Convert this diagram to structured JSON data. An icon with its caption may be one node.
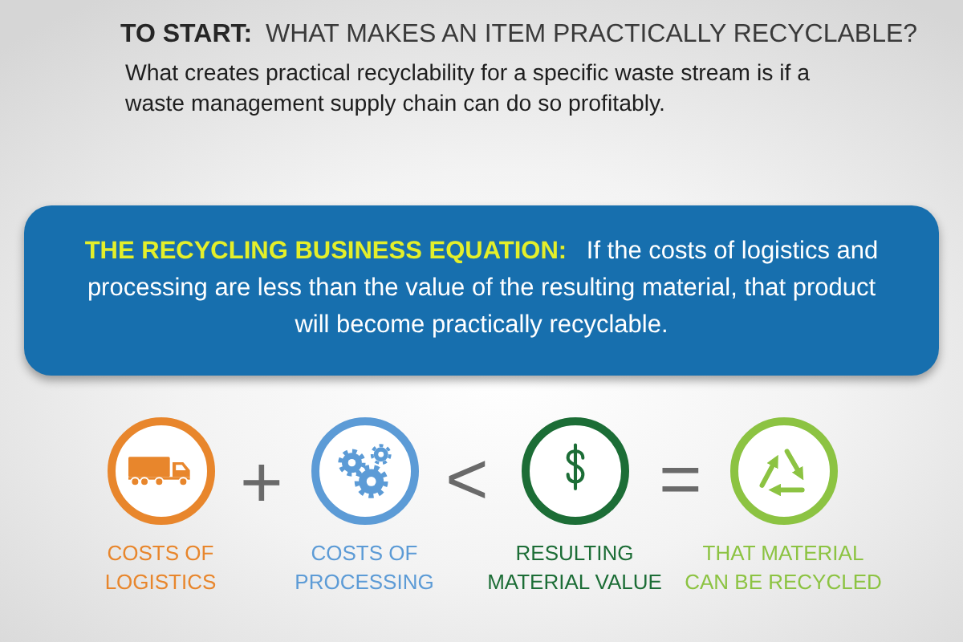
{
  "diagram": {
    "title": "**TO START:** WHAT MAKES AN ITEM PRACTICALLY RECYCLABLE?",
    "nodes": [
      {
        "text": [
          "**THE RECYCLING BUSINESS EQUATION:** If the costs of logistics and processing are less than the value of the resulting material, that product will become practically recyclable."
        ]
      },
      {
        "text": [],
        "shape": "circle",
        "beside": [
          "COSTS OF LOGISTICS"
        ]
      },
      {
        "text": [],
        "shape": "circle",
        "beside": [
          "COSTS OF PROCESSING"
        ]
      },
      {
        "text": [],
        "shape": "circle",
        "beside": [
          "RESULTING MATERIAL VALUE"
        ]
      },
      {
        "text": [],
        "shape": "circle",
        "beside": [
          "THAT MATERIAL CAN BE RECYCLED"
        ]
      }
    ],
    "labels": [
      "What creates practical recyclability for a specific waste stream is if a waste management supply chain can do so profitably.",
      "+",
      "<",
      "="
    ]
  }
}
